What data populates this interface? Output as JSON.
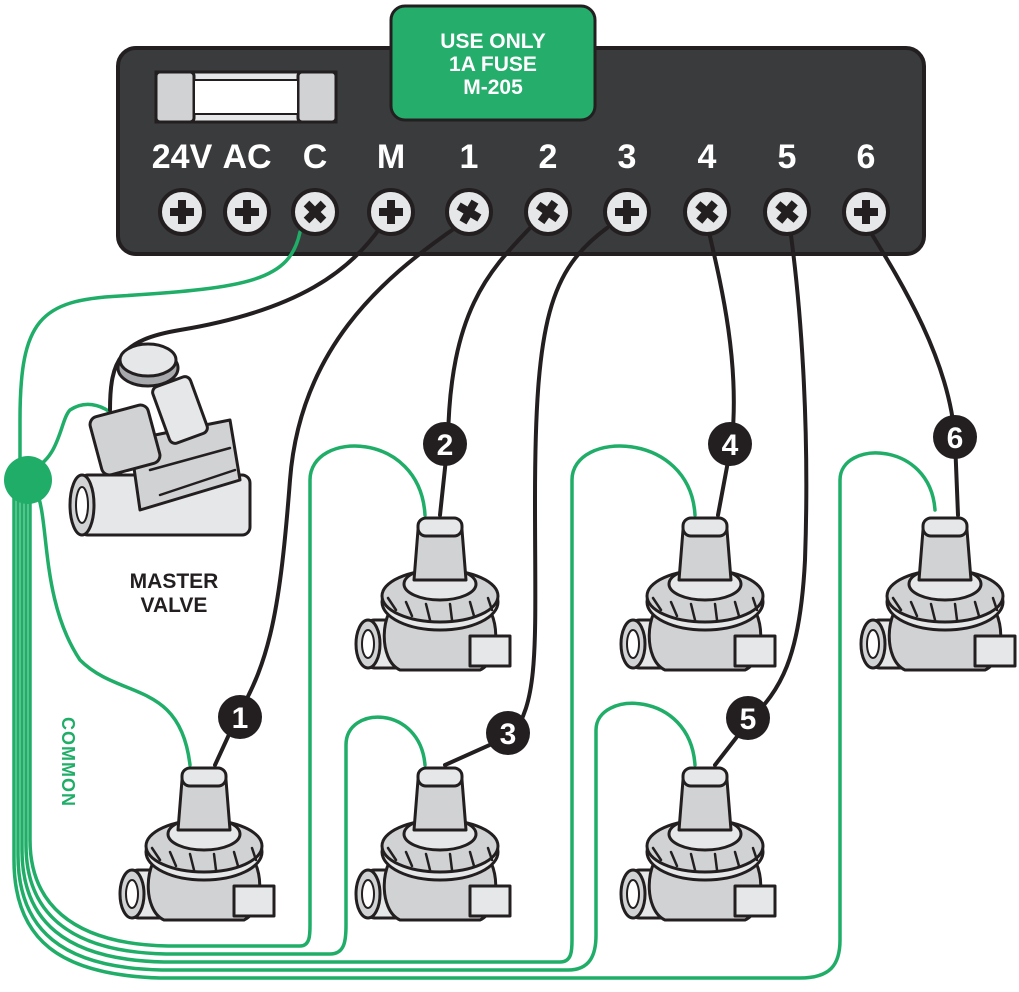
{
  "controller": {
    "fuse_notice": [
      "USE ONLY",
      "1A FUSE",
      "M-205"
    ],
    "terminals": [
      "24V",
      "AC",
      "C",
      "M",
      "1",
      "2",
      "3",
      "4",
      "5",
      "6"
    ]
  },
  "labels": {
    "master_valve": [
      "MASTER",
      "VALVE"
    ],
    "common": "COMMON"
  },
  "zones": [
    "1",
    "2",
    "3",
    "4",
    "5",
    "6"
  ],
  "colors": {
    "panel": "#3a3b3d",
    "common_wire": "#1fad68",
    "zone_wire": "#231f20",
    "valve_gray": "#d0d2d3",
    "notice_bg": "#24ad6b"
  }
}
